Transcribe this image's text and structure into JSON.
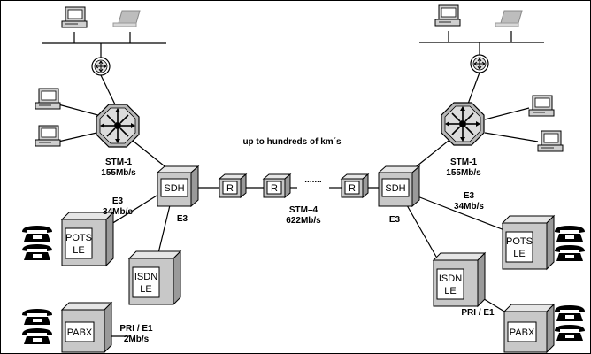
{
  "labels": {
    "distance": "up to hundreds of km´s",
    "dots": ".......",
    "stm4_a": "STM–4",
    "stm4_b": "622Mb/s",
    "stm1_left_a": "STM-1",
    "stm1_left_b": "155Mb/s",
    "stm1_right_a": "STM-1",
    "stm1_right_b": "155Mb/s",
    "e3_left_upper_a": "E3",
    "e3_left_upper_b": "34Mb/s",
    "e3_left_lower": "E3",
    "e3_right_upper_a": "E3",
    "e3_right_upper_b": "34Mb/s",
    "e3_right_lower": "E3",
    "pri_left_a": "PRI / E1",
    "pri_left_b": "2Mb/s",
    "pri_right": "PRI / E1"
  },
  "boxes": {
    "sdh": "SDH",
    "repeater": "R",
    "pots_a": "POTS",
    "pots_b": "LE",
    "isdn_a": "ISDN",
    "isdn_b": "LE",
    "pabx": "PABX"
  }
}
